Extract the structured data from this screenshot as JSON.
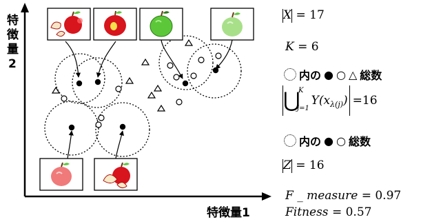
{
  "axes": {
    "y_label": [
      "特",
      "徴",
      "量",
      "2"
    ],
    "x_label": "特徴量1"
  },
  "right_panel": {
    "x_size_var": "X",
    "x_size_value": "17",
    "k_var": "K",
    "k_value": "6",
    "legend1": {
      "text_in": "内の",
      "filled_dot": "●",
      "open_dot": "○",
      "triangle": "△",
      "text_total": "総数"
    },
    "union_expr": {
      "symbol": "⋃",
      "sup": "K",
      "sub": "j=1",
      "body": "Y(x",
      "sub2": "λ(j)",
      "close": ")",
      "value": "16"
    },
    "legend2": {
      "text_in": "内の",
      "filled_dot": "●",
      "open_dot": "○",
      "text_total": "総数"
    },
    "z_size_var": "Z",
    "z_size_value": "16",
    "f_measure_label": "F _ measure",
    "f_measure_value": "0.97",
    "fitness_label": "Fitness",
    "fitness_value": "0.57",
    "equals": "="
  },
  "colors": {
    "red_apple": "#d8141c",
    "green_apple": "#5cc839",
    "pale_red_apple": "#f07a7a",
    "pale_green_apple": "#a8e08a",
    "stem": "#6b3a12"
  }
}
